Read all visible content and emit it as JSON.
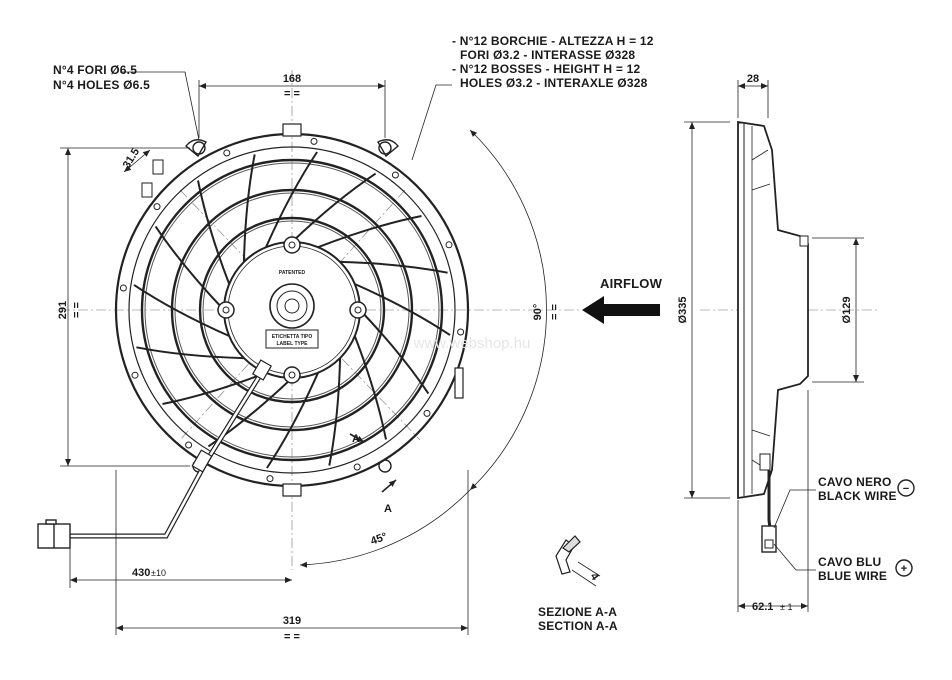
{
  "notes": {
    "holes_it": "N°4 FORI Ø6.5",
    "holes_en": "N°4 HOLES Ø6.5",
    "bosses_it_1": "- N°12 BORCHIE - ALTEZZA H = 12",
    "bosses_it_2": "FORI Ø3.2 - INTERASSE Ø328",
    "bosses_en_1": "- N°12 BOSSES - HEIGHT H = 12",
    "bosses_en_2": "HOLES Ø3.2 - INTERAXLE Ø328"
  },
  "dimensions": {
    "top_span": "168",
    "left_height": "291",
    "offset": "31.5",
    "bottom_width": "319",
    "cable_length": "430",
    "cable_tol": "±10",
    "angle_90": "90°",
    "angle_45": "45°",
    "side_depth": "28",
    "side_diameter": "Ø335",
    "motor_diameter": "Ø129",
    "side_base": "62.1",
    "side_base_tol": "± 1",
    "section_thickness": "4"
  },
  "labels": {
    "airflow": "AIRFLOW",
    "section_a": "A",
    "section_it": "SEZIONE A-A",
    "section_en": "SECTION A-A",
    "black_it": "CAVO NERO",
    "black_en": "BLACK WIRE",
    "blue_it": "CAVO BLU",
    "blue_en": "BLUE WIRE",
    "minus": "−",
    "plus": "+",
    "hub_top": "PATENTED",
    "label_it": "ETICHETTA TIPO",
    "label_en": "LABEL TYPE",
    "equal": "= ="
  },
  "watermark": "www.webshop.hu"
}
